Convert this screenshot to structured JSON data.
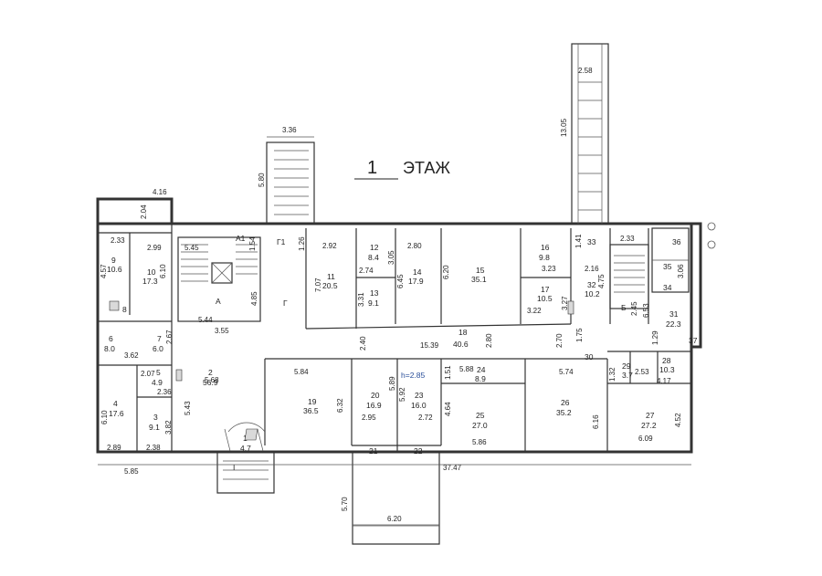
{
  "title": {
    "number": "1",
    "word": "ЭТАЖ"
  },
  "height_note": "h=2.85",
  "zones": {
    "a": "А",
    "b": "Б",
    "v": "I",
    "g": "Г",
    "g1": "Г1",
    "a1": "А1"
  },
  "rooms": [
    {
      "num": "1",
      "area": "4.7"
    },
    {
      "num": "2",
      "area": "56.9"
    },
    {
      "num": "3",
      "area": "9.1"
    },
    {
      "num": "4",
      "area": "17.6"
    },
    {
      "num": "5",
      "area": "4.9"
    },
    {
      "num": "6",
      "area": "8.0"
    },
    {
      "num": "7",
      "area": "6.0"
    },
    {
      "num": "8",
      "area": ""
    },
    {
      "num": "9",
      "area": "10.6"
    },
    {
      "num": "10",
      "area": "17.3"
    },
    {
      "num": "11",
      "area": "20.5"
    },
    {
      "num": "12",
      "area": "8.4"
    },
    {
      "num": "13",
      "area": "9.1"
    },
    {
      "num": "14",
      "area": "17.9"
    },
    {
      "num": "15",
      "area": "35.1"
    },
    {
      "num": "16",
      "area": "9.8"
    },
    {
      "num": "17",
      "area": "10.5"
    },
    {
      "num": "18",
      "area": "40.6"
    },
    {
      "num": "19",
      "area": "36.5"
    },
    {
      "num": "20",
      "area": "16.9"
    },
    {
      "num": "21",
      "area": ""
    },
    {
      "num": "22",
      "area": ""
    },
    {
      "num": "23",
      "area": "16.0"
    },
    {
      "num": "24",
      "area": "8.9"
    },
    {
      "num": "25",
      "area": "27.0"
    },
    {
      "num": "26",
      "area": "35.2"
    },
    {
      "num": "27",
      "area": "27.2"
    },
    {
      "num": "28",
      "area": "10.3"
    },
    {
      "num": "29",
      "area": "3.7"
    },
    {
      "num": "30",
      "area": ""
    },
    {
      "num": "31",
      "area": "22.3"
    },
    {
      "num": "32",
      "area": "10.2"
    },
    {
      "num": "33",
      "area": ""
    },
    {
      "num": "34",
      "area": ""
    },
    {
      "num": "35",
      "area": ""
    },
    {
      "num": "36",
      "area": ""
    },
    {
      "num": "37",
      "area": ""
    }
  ],
  "dimensions": [
    "3.36",
    "2.58",
    "13.05",
    "5.80",
    "4.16",
    "2.04",
    "2.33",
    "2.99",
    "4.57",
    "6.10",
    "5.45",
    "1.54",
    "1.26",
    "4.85",
    "2.92",
    "7.07",
    "3.05",
    "2.74",
    "3.31",
    "2.80",
    "6.45",
    "6.20",
    "3.23",
    "3.22",
    "3.27",
    "1.41",
    "4.75",
    "2.16",
    "2.33",
    "3.06",
    "2.45",
    "6.53",
    "1.29",
    "5.68",
    "2.67",
    "3.62",
    "5.44",
    "3.55",
    "2.70",
    "1.75",
    "2.40",
    "15.39",
    "2.80",
    "5.88",
    "1.51",
    "5.74",
    "2.07",
    "2.36",
    "3.82",
    "6.10",
    "5.43",
    "5.84",
    "6.32",
    "5.89",
    "5.92",
    "2.95",
    "2.72",
    "4.64",
    "6.16",
    "4.52",
    "1.32",
    "2.53",
    "4.17",
    "2.89",
    "2.38",
    "5.86",
    "6.09",
    "5.85",
    "37.47",
    "5.70",
    "6.20"
  ]
}
